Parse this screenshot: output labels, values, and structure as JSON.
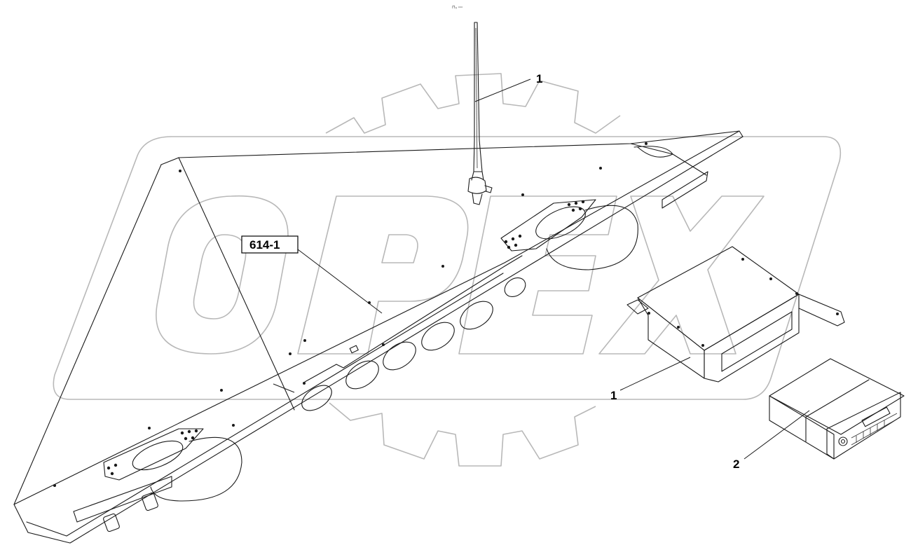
{
  "diagram": {
    "reference_label": "614-1",
    "callouts": [
      {
        "id": "antenna",
        "label": "1"
      },
      {
        "id": "bracket",
        "label": "1"
      },
      {
        "id": "radio",
        "label": "2"
      }
    ],
    "corner_mark": "⊓₀ ▫▫▫",
    "watermark_text": "OPEX",
    "colors": {
      "line": "#1a1a1a",
      "watermark": "#b8b8b8",
      "background": "#ffffff"
    }
  }
}
